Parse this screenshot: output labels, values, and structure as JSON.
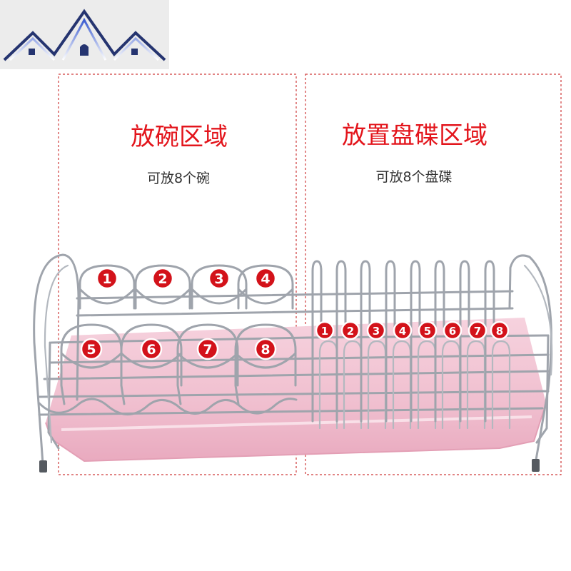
{
  "logo": {
    "icon": "house-roofs-logo-icon"
  },
  "zones": [
    {
      "title": "放碗区域",
      "subtitle": "可放8个碗",
      "markers": [
        "1",
        "2",
        "3",
        "4",
        "5",
        "6",
        "7",
        "8"
      ]
    },
    {
      "title": "放置盘碟区域",
      "subtitle": "可放8个盘碟",
      "markers": [
        "1",
        "2",
        "3",
        "4",
        "5",
        "6",
        "7",
        "8"
      ]
    }
  ],
  "colors": {
    "title": "#e3151c",
    "marker": "#d3121a",
    "zone_border": "#cf3b3b",
    "tray": "#f2c4d3",
    "wire": "#9fa4ac",
    "logo": "#2b3a7a"
  }
}
